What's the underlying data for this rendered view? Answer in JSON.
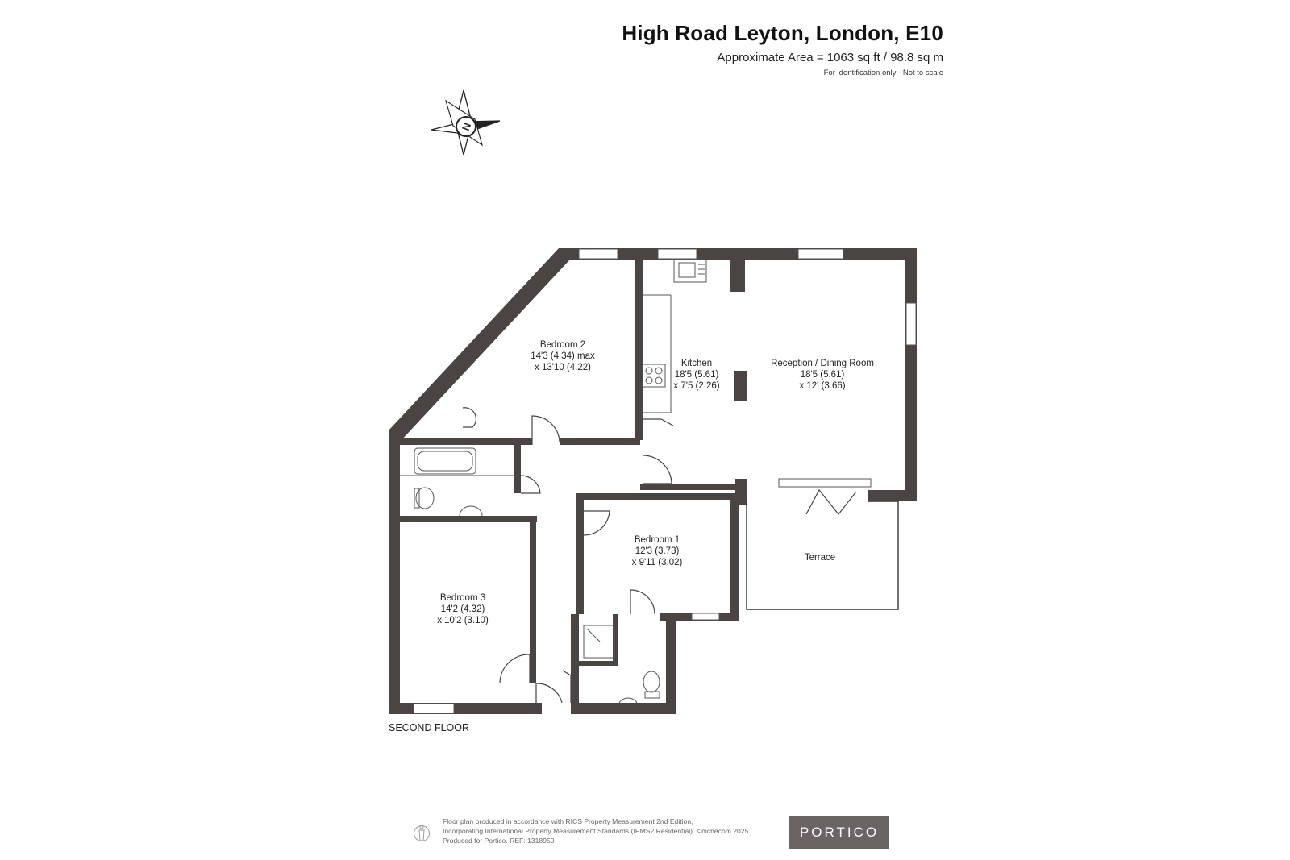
{
  "header": {
    "title": "High Road Leyton, London, E10",
    "area": "Approximate Area = 1063 sq ft / 98.8 sq m",
    "note": "For identification only - Not to scale"
  },
  "compass": {
    "label": "N",
    "icon": "compass-icon"
  },
  "rooms": {
    "bedroom2": {
      "name": "Bedroom 2",
      "dim1": "14'3 (4.34) max",
      "dim2": "x 13'10 (4.22)"
    },
    "kitchen": {
      "name": "Kitchen",
      "dim1": "18'5 (5.61)",
      "dim2": "x 7'5 (2.26)"
    },
    "reception": {
      "name": "Reception / Dining Room",
      "dim1": "18'5 (5.61)",
      "dim2": "x 12' (3.66)"
    },
    "bedroom1": {
      "name": "Bedroom 1",
      "dim1": "12'3 (3.73)",
      "dim2": "x 9'11 (3.02)"
    },
    "bedroom3": {
      "name": "Bedroom 3",
      "dim1": "14'2 (4.32)",
      "dim2": "x 10'2 (3.10)"
    },
    "terrace": {
      "name": "Terrace"
    }
  },
  "floor_label": "SECOND FLOOR",
  "footer": {
    "line1": "Floor plan produced in accordance with RICS Property Measurement 2nd Edition,",
    "line2": "Incorporating International Property Measurement Standards (IPMS2 Residential).  ©nichecom 2025.",
    "line3": "Produced for Portico.   REF:  1318950",
    "brand": "PORTICO",
    "brand_color": "#6a6463"
  },
  "colors": {
    "wall": "#4a4443"
  }
}
